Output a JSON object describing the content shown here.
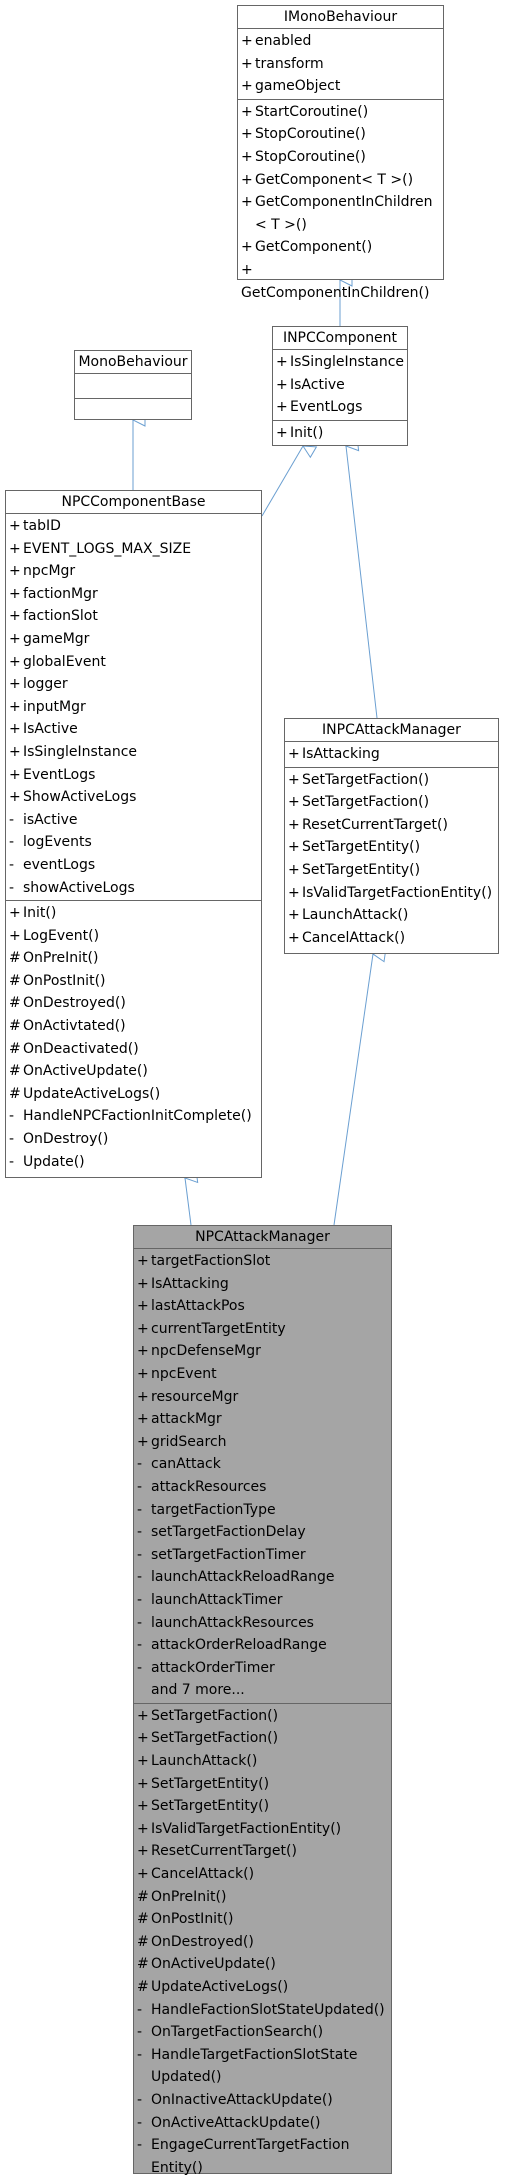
{
  "classes": {
    "imonobehaviour": {
      "name": "IMonoBehaviour",
      "attributes": [
        {
          "v": "+",
          "n": "enabled"
        },
        {
          "v": "+",
          "n": "transform"
        },
        {
          "v": "+",
          "n": "gameObject"
        }
      ],
      "operations": [
        {
          "v": "+",
          "n": "StartCoroutine()"
        },
        {
          "v": "+",
          "n": "StopCoroutine()"
        },
        {
          "v": "+",
          "n": "StopCoroutine()"
        },
        {
          "v": "+",
          "n": "GetComponent< T >()"
        },
        {
          "v": "+",
          "n": "GetComponentInChildren\n< T >()"
        },
        {
          "v": "+",
          "n": "GetComponent()"
        },
        {
          "v": "+",
          "n": "GetComponentInChildren()"
        }
      ]
    },
    "monobehaviour": {
      "name": "MonoBehaviour",
      "attributes": [],
      "operations": []
    },
    "inpccomponent": {
      "name": "INPCComponent",
      "attributes": [
        {
          "v": "+",
          "n": "IsSingleInstance"
        },
        {
          "v": "+",
          "n": "IsActive"
        },
        {
          "v": "+",
          "n": "EventLogs"
        }
      ],
      "operations": [
        {
          "v": "+",
          "n": "Init()"
        }
      ]
    },
    "npccomponentbase": {
      "name": "NPCComponentBase",
      "attributes": [
        {
          "v": "+",
          "n": "tabID"
        },
        {
          "v": "+",
          "n": "EVENT_LOGS_MAX_SIZE"
        },
        {
          "v": "+",
          "n": "npcMgr"
        },
        {
          "v": "+",
          "n": "factionMgr"
        },
        {
          "v": "+",
          "n": "factionSlot"
        },
        {
          "v": "+",
          "n": "gameMgr"
        },
        {
          "v": "+",
          "n": "globalEvent"
        },
        {
          "v": "+",
          "n": "logger"
        },
        {
          "v": "+",
          "n": "inputMgr"
        },
        {
          "v": "+",
          "n": "IsActive"
        },
        {
          "v": "+",
          "n": "IsSingleInstance"
        },
        {
          "v": "+",
          "n": "EventLogs"
        },
        {
          "v": "+",
          "n": "ShowActiveLogs"
        },
        {
          "v": "-",
          "n": "isActive"
        },
        {
          "v": "-",
          "n": "logEvents"
        },
        {
          "v": "-",
          "n": "eventLogs"
        },
        {
          "v": "-",
          "n": "showActiveLogs"
        }
      ],
      "operations": [
        {
          "v": "+",
          "n": "Init()"
        },
        {
          "v": "+",
          "n": "LogEvent()"
        },
        {
          "v": "#",
          "n": "OnPreInit()"
        },
        {
          "v": "#",
          "n": "OnPostInit()"
        },
        {
          "v": "#",
          "n": "OnDestroyed()"
        },
        {
          "v": "#",
          "n": "OnActivtated()"
        },
        {
          "v": "#",
          "n": "OnDeactivated()"
        },
        {
          "v": "#",
          "n": "OnActiveUpdate()"
        },
        {
          "v": "#",
          "n": "UpdateActiveLogs()"
        },
        {
          "v": "-",
          "n": "HandleNPCFactionInitComplete()"
        },
        {
          "v": "-",
          "n": "OnDestroy()"
        },
        {
          "v": "-",
          "n": "Update()"
        }
      ]
    },
    "inpcattackmanager": {
      "name": "INPCAttackManager",
      "attributes": [
        {
          "v": "+",
          "n": "IsAttacking"
        }
      ],
      "operations": [
        {
          "v": "+",
          "n": "SetTargetFaction()"
        },
        {
          "v": "+",
          "n": "SetTargetFaction()"
        },
        {
          "v": "+",
          "n": "ResetCurrentTarget()"
        },
        {
          "v": "+",
          "n": "SetTargetEntity()"
        },
        {
          "v": "+",
          "n": "SetTargetEntity()"
        },
        {
          "v": "+",
          "n": "IsValidTargetFactionEntity()"
        },
        {
          "v": "+",
          "n": "LaunchAttack()"
        },
        {
          "v": "+",
          "n": "CancelAttack()"
        }
      ]
    },
    "npcattackmanager": {
      "name": "NPCAttackManager",
      "attributes": [
        {
          "v": "+",
          "n": "targetFactionSlot"
        },
        {
          "v": "+",
          "n": "IsAttacking"
        },
        {
          "v": "+",
          "n": "lastAttackPos"
        },
        {
          "v": "+",
          "n": "currentTargetEntity"
        },
        {
          "v": "+",
          "n": "npcDefenseMgr"
        },
        {
          "v": "+",
          "n": "npcEvent"
        },
        {
          "v": "+",
          "n": "resourceMgr"
        },
        {
          "v": "+",
          "n": "attackMgr"
        },
        {
          "v": "+",
          "n": "gridSearch"
        },
        {
          "v": "-",
          "n": "canAttack"
        },
        {
          "v": "-",
          "n": "attackResources"
        },
        {
          "v": "-",
          "n": "targetFactionType"
        },
        {
          "v": "-",
          "n": "setTargetFactionDelay"
        },
        {
          "v": "-",
          "n": "setTargetFactionTimer"
        },
        {
          "v": "-",
          "n": "launchAttackReloadRange"
        },
        {
          "v": "-",
          "n": "launchAttackTimer"
        },
        {
          "v": "-",
          "n": "launchAttackResources"
        },
        {
          "v": "-",
          "n": "attackOrderReloadRange"
        },
        {
          "v": "-",
          "n": "attackOrderTimer"
        }
      ],
      "more": "and 7 more...",
      "operations": [
        {
          "v": "+",
          "n": "SetTargetFaction()"
        },
        {
          "v": "+",
          "n": "SetTargetFaction()"
        },
        {
          "v": "+",
          "n": "LaunchAttack()"
        },
        {
          "v": "+",
          "n": "SetTargetEntity()"
        },
        {
          "v": "+",
          "n": "SetTargetEntity()"
        },
        {
          "v": "+",
          "n": "IsValidTargetFactionEntity()"
        },
        {
          "v": "+",
          "n": "ResetCurrentTarget()"
        },
        {
          "v": "+",
          "n": "CancelAttack()"
        },
        {
          "v": "#",
          "n": "OnPreInit()"
        },
        {
          "v": "#",
          "n": "OnPostInit()"
        },
        {
          "v": "#",
          "n": "OnDestroyed()"
        },
        {
          "v": "#",
          "n": "OnActiveUpdate()"
        },
        {
          "v": "#",
          "n": "UpdateActiveLogs()"
        },
        {
          "v": "-",
          "n": "HandleFactionSlotStateUpdated()"
        },
        {
          "v": "-",
          "n": "OnTargetFactionSearch()"
        },
        {
          "v": "-",
          "n": "HandleTargetFactionSlotState\nUpdated()"
        },
        {
          "v": "-",
          "n": "OnInactiveAttackUpdate()"
        },
        {
          "v": "-",
          "n": "OnActiveAttackUpdate()"
        },
        {
          "v": "-",
          "n": "EngageCurrentTargetFaction\nEntity()"
        }
      ]
    }
  },
  "colors": {
    "border": "#666666",
    "highlight_fill": "#a5a5a5",
    "arrow": "#6b9fd1"
  }
}
